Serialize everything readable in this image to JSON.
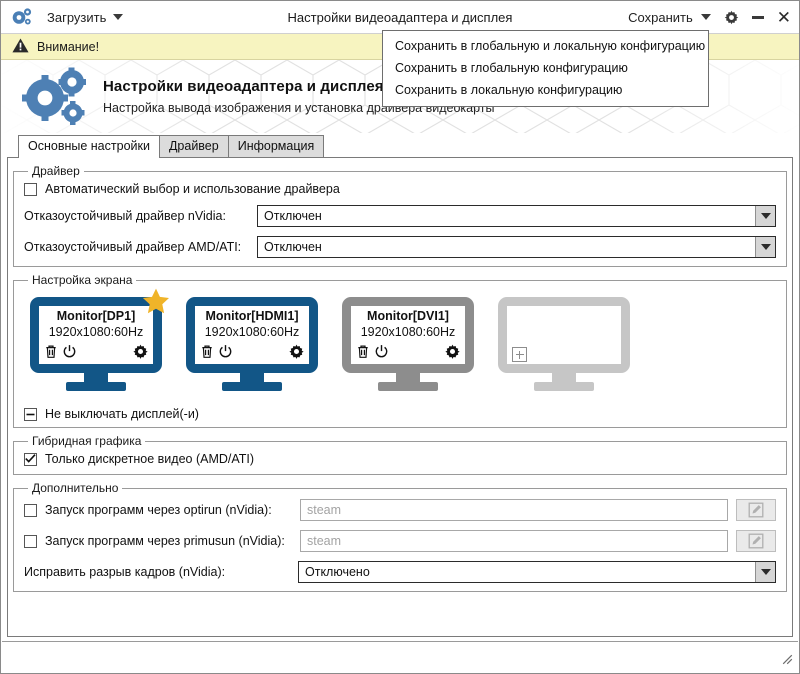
{
  "titlebar": {
    "logo_icon": "gears-icon",
    "load_label": "Загрузить",
    "title": "Настройки видеоадаптера и дисплея",
    "save_label": "Сохранить",
    "settings_icon": "gear-icon",
    "minimize_icon": "minimize-icon",
    "close_icon": "close-icon",
    "close_glyph": "✕"
  },
  "save_menu": {
    "items": [
      {
        "label": "Сохранить в глобальную и локальную конфигурацию"
      },
      {
        "label": "Сохранить в глобальную конфигурацию"
      },
      {
        "label": "Сохранить в локальную конфигурацию"
      }
    ]
  },
  "warning": {
    "icon": "warning-triangle-icon",
    "text": "Внимание!",
    "background": "#f7f4c0"
  },
  "banner": {
    "logo_icon": "gears-logo-icon",
    "title": "Настройки видеоадаптера и дисплея",
    "subtitle": "Настройка вывода изображения и установка драйвера видеокарты"
  },
  "tabs": [
    {
      "label": "Основные настройки",
      "active": true
    },
    {
      "label": "Драйвер",
      "active": false
    },
    {
      "label": "Информация",
      "active": false
    }
  ],
  "driver_group": {
    "legend": "Драйвер",
    "auto_checkbox": {
      "label": "Автоматический выбор и использование драйвера",
      "checked": false
    },
    "nvidia": {
      "label": "Отказоустойчивый драйвер nVidia:",
      "value": "Отключен"
    },
    "amd": {
      "label": "Отказоустойчивый драйвер AMD/ATI:",
      "value": "Отключен"
    }
  },
  "screen_group": {
    "legend": "Настройка экрана",
    "monitors": [
      {
        "name": "Monitor[DP1]",
        "resolution": "1920x1080:60Hz",
        "state": "active",
        "primary": true,
        "color": "#125687",
        "icons": [
          "trash-icon",
          "power-icon",
          "gear-icon"
        ]
      },
      {
        "name": "Monitor[HDMI1]",
        "resolution": "1920x1080:60Hz",
        "state": "active",
        "primary": false,
        "color": "#125687",
        "icons": [
          "trash-icon",
          "power-icon",
          "gear-icon"
        ]
      },
      {
        "name": "Monitor[DVI1]",
        "resolution": "1920x1080:60Hz",
        "state": "disabled",
        "primary": false,
        "color": "#8d8d8d",
        "icons": [
          "trash-icon",
          "power-icon",
          "gear-icon"
        ]
      },
      {
        "name": "",
        "resolution": "",
        "state": "empty",
        "primary": false,
        "color": "#c6c6c6",
        "icons": [
          "plus-icon"
        ]
      }
    ],
    "keep_on_checkbox": {
      "label": "Не выключать дисплей(-и)",
      "state": "partial"
    }
  },
  "hybrid_group": {
    "legend": "Гибридная графика",
    "discrete_checkbox": {
      "label": "Только дискретное видео (AMD/ATI)",
      "checked": true
    }
  },
  "additional_group": {
    "legend": "Дополнительно",
    "optirun": {
      "label": "Запуск программ через optirun (nVidia):",
      "checked": false,
      "placeholder": "steam",
      "value": "",
      "edit_icon": "pencil-square-icon"
    },
    "primusun": {
      "label": "Запуск программ через primusun (nVidia):",
      "checked": false,
      "placeholder": "steam",
      "value": "",
      "edit_icon": "pencil-square-icon"
    },
    "tearfree": {
      "label": "Исправить разрыв кадров (nVidia):",
      "value": "Отключено"
    }
  },
  "statusbar": {
    "resize_grip_icon": "resize-grip-icon"
  }
}
